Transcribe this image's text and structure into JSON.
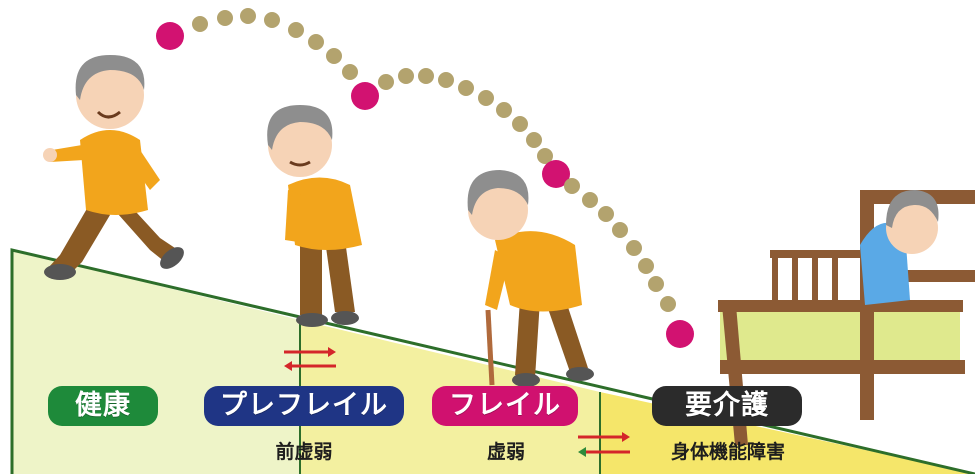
{
  "stages": [
    {
      "label": "健康",
      "sublabel": "",
      "color": "#1e8a3a"
    },
    {
      "label": "プレフレイル",
      "sublabel": "前虚弱",
      "color": "#1f3585"
    },
    {
      "label": "フレイル",
      "sublabel": "虚弱",
      "color": "#d0116f"
    },
    {
      "label": "要介護",
      "sublabel": "身体機能障害",
      "color": "#2b2b2b"
    }
  ],
  "colors": {
    "slope_line": "#2d6e2a",
    "ground_pale": "#eef4c8",
    "ground_mid": "#f3f0a0",
    "ground_strong": "#f5e66a",
    "arc_dot": "#b3a36e",
    "arc_accent": "#d21271",
    "arrow_red": "#d4262a",
    "arrow_green": "#2f8a3b",
    "shirt": "#f2a51c",
    "pants": "#8a5a24",
    "hair": "#8e8e8e",
    "skin": "#f6d3b6",
    "bed": "#8c5a34",
    "blanket": "#dfe98d",
    "pajama": "#5aa9e6"
  },
  "icons": [
    "walking-elder-icon",
    "bent-elder-icon",
    "cane-elder-icon",
    "bedridden-elder-icon",
    "reversible-arrows-icon"
  ]
}
